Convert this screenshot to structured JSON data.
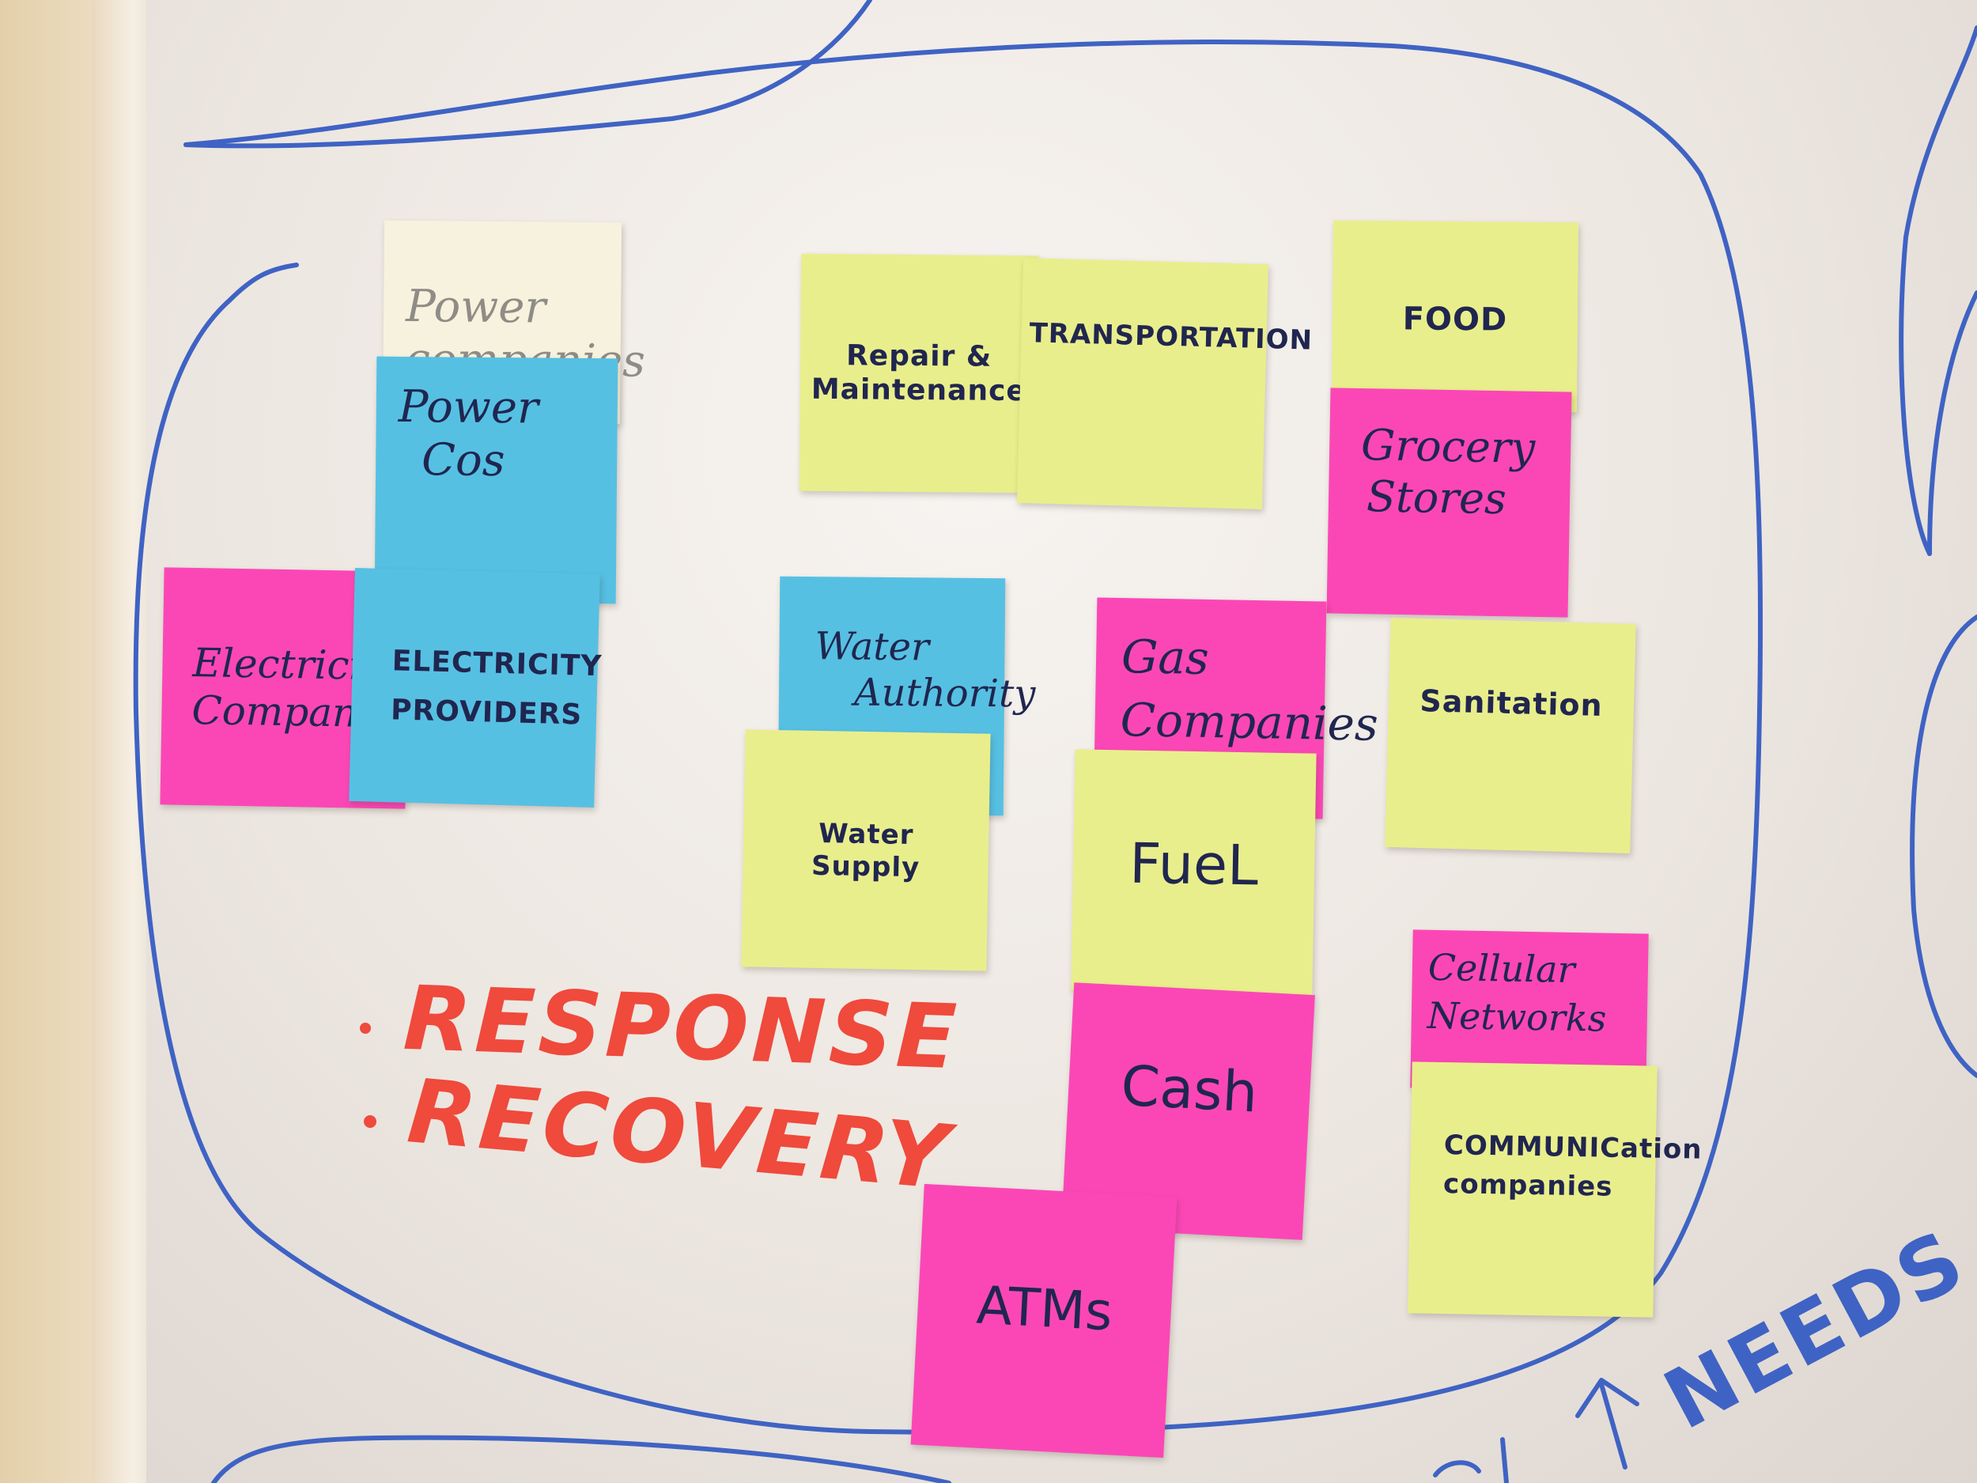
{
  "colors": {
    "marker_blue": "#3f63c4",
    "marker_red": "#ef4a3c",
    "note_yellow": "#e9ee8c",
    "note_pink": "#fb47b6",
    "note_blue": "#56c0e3",
    "note_cream": "#f7f2de"
  },
  "notes": {
    "power_cream_1": "Power",
    "power_cream_2": "companies",
    "power_blue_1": "Power",
    "power_blue_2": "Cos",
    "electricity_pink_1": "Electricity",
    "electricity_pink_2": "Companies",
    "electricity_blue_1": "ELECTRICITY",
    "electricity_blue_2": "PROVIDERS",
    "repair_1": "Repair &",
    "repair_2": "Maintenance",
    "transportation": "TRANSPORTATION",
    "food": "FOOD",
    "grocery_1": "Grocery",
    "grocery_2": "Stores",
    "water_authority_1": "Water",
    "water_authority_2": "Authority",
    "water_supply": "Water Supply",
    "gas_1": "Gas",
    "gas_2": "Companies",
    "sanitation": "Sanitation",
    "fuel": "FueL",
    "cash": "Cash",
    "atms": "ATMs",
    "cellular_1": "Cellular",
    "cellular_2": "Networks",
    "communication_1": "COMMUNICation",
    "communication_2": "companies"
  },
  "whiteboard": {
    "bullet_1": "RESPONSE",
    "bullet_2": "RECOVERY",
    "needs_label": "NEEDS"
  }
}
